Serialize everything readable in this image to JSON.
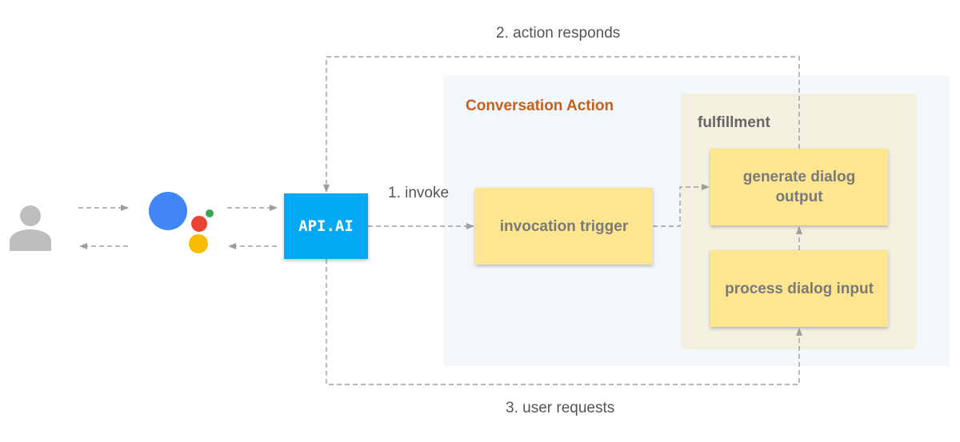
{
  "nodes": {
    "conversation_action": "Conversation Action",
    "fulfillment": "fulfillment",
    "api_ai": "API.AI",
    "invocation_trigger": "invocation trigger",
    "generate_dialog_output": "generate dialog output",
    "process_dialog_input": "process dialog input"
  },
  "edges": {
    "invoke": "1. invoke",
    "action_responds": "2. action responds",
    "user_requests": "3. user requests"
  },
  "icons": {
    "user": "person-icon",
    "assistant": "google-assistant-icon"
  },
  "colors": {
    "region_bg": "#f1f7fb",
    "fulfillment_bg": "#f3f0df",
    "card_bg": "#fde68f",
    "api_bg": "#03a9f4",
    "conversation_title": "#c65f1c",
    "connector": "#9e9e9e",
    "assistant_blue": "#4285f4",
    "assistant_red": "#ea4335",
    "assistant_yellow": "#fbbc05",
    "assistant_green": "#34a853"
  }
}
